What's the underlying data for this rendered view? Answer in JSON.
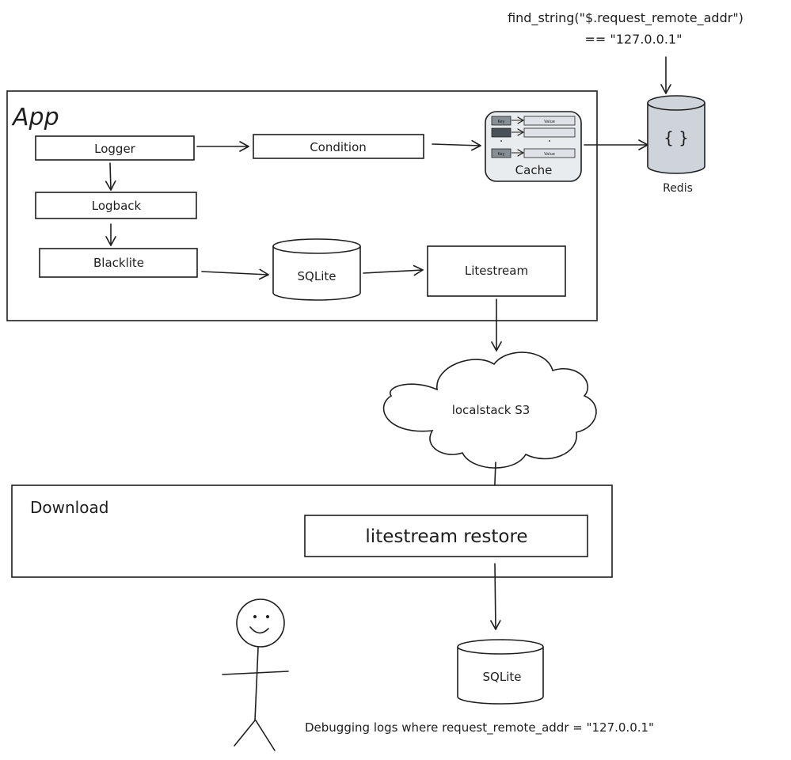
{
  "annotation_query": {
    "line1": "find_string(\"$.request_remote_addr\")",
    "line2": "== \"127.0.0.1\""
  },
  "app_group": {
    "title": "App"
  },
  "nodes": {
    "logger": "Logger",
    "condition": "Condition",
    "logback": "Logback",
    "blacklite": "Blacklite",
    "sqlite_app": "SQLite",
    "litestream": "Litestream",
    "cache": "Cache",
    "cache_key": "Key",
    "cache_value": "Value",
    "redis_symbol": "{ }",
    "redis": "Redis",
    "localstack": "localstack S3",
    "litestream_restore": "litestream restore",
    "sqlite_local": "SQLite"
  },
  "download_group": {
    "title": "Download"
  },
  "caption": "Debugging logs where request_remote_addr = \"127.0.0.1\"",
  "colors": {
    "ink": "#1e1e1e",
    "cache_fill": "#e9ecef",
    "redis_fill": "#ced4da",
    "cell_dark": "#868e96",
    "cell_light": "#dee2e6"
  }
}
